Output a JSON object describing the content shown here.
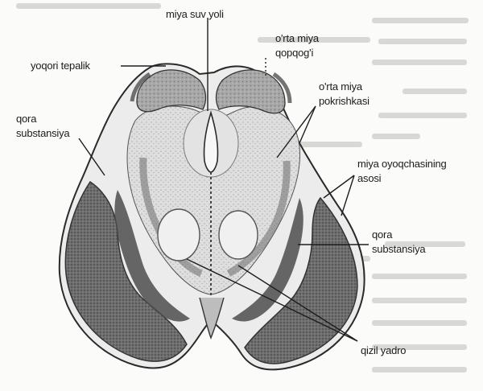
{
  "figure": {
    "labels": {
      "miya_suv_yoli": "miya suv yoli",
      "orta_miya_qopqogi_1": "o'rta miya",
      "orta_miya_qopqogi_2": "qopqog'i",
      "yuqori_tepalik": "yoqori tepalik",
      "orta_miya_pokrishkasi_1": "o'rta miya",
      "orta_miya_pokrishkasi_2": "pokrishkasi",
      "qora_substansiya_left_1": "qora",
      "qora_substansiya_left_2": "substansiya",
      "miya_oyoqchasining_1": "miya oyoqchasining",
      "miya_oyoqchasining_2": "asosi",
      "qora_substansiya_right_1": "qora",
      "qora_substansiya_right_2": "substansiya",
      "qizil_yadro": "qizil yadro"
    },
    "colors": {
      "ink": "#2a2a2a",
      "dark_gray": "#5a5a5a",
      "mid_gray": "#8f8f8f",
      "light_gray": "#cfcfcf",
      "paper": "#fbfbf9"
    }
  }
}
